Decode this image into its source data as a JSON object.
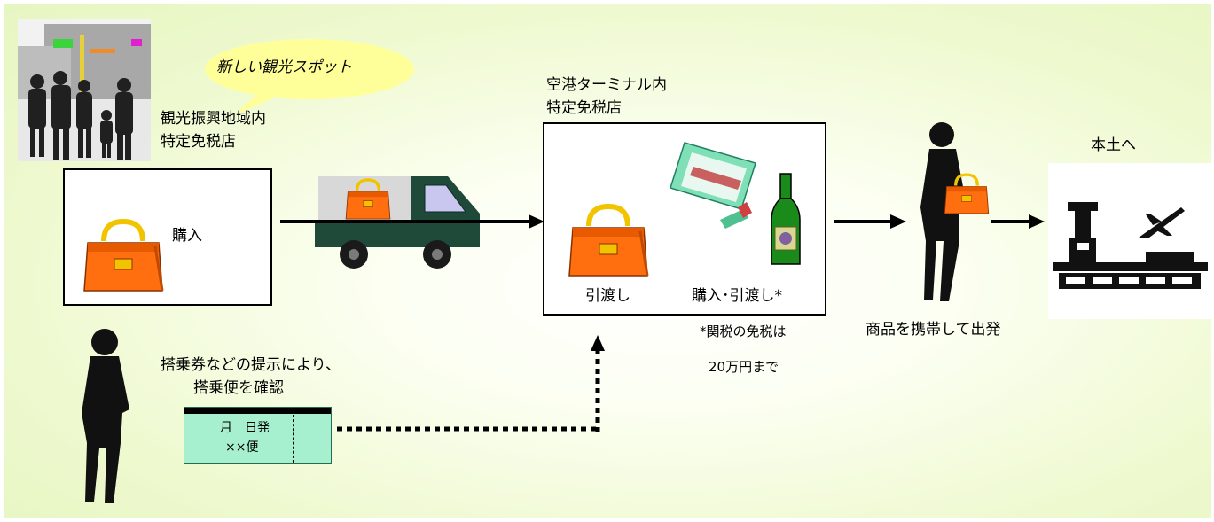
{
  "labels": {
    "new_spot": "新しい観光スポット",
    "shop_line1": "観光振興地域内",
    "shop_line2": "特定免税店",
    "purchase": "購入",
    "terminal_line1": "空港ターミナル内",
    "terminal_line2": "特定免税店",
    "handover": "引渡し",
    "purchase_handover": "購入･引渡し*",
    "note_line1": "*関税の免税は",
    "note_line2": "20万円まで",
    "depart": "商品を携帯して出発",
    "to_mainland": "本土へ",
    "boarding_line1": "搭乗券などの提示により、",
    "boarding_line2": "搭乗便を確認",
    "ticket_line1": "月　日発",
    "ticket_line2": "××便"
  },
  "colors": {
    "background": "#e8f7c4",
    "bag": "#ff6f10",
    "bag_handle": "#f2c400",
    "truck": "#1f4a3a",
    "ticket": "#a6f0d0",
    "bubble": "#ffff9a"
  },
  "icons": [
    "crowd-photo-icon",
    "speech-bubble-icon",
    "bag-icon",
    "truck-icon",
    "cosmetics-icon",
    "liquor-bottle-icon",
    "person-silhouette-icon",
    "airport-icon",
    "airplane-icon",
    "arrow-icon",
    "boarding-ticket-icon"
  ]
}
